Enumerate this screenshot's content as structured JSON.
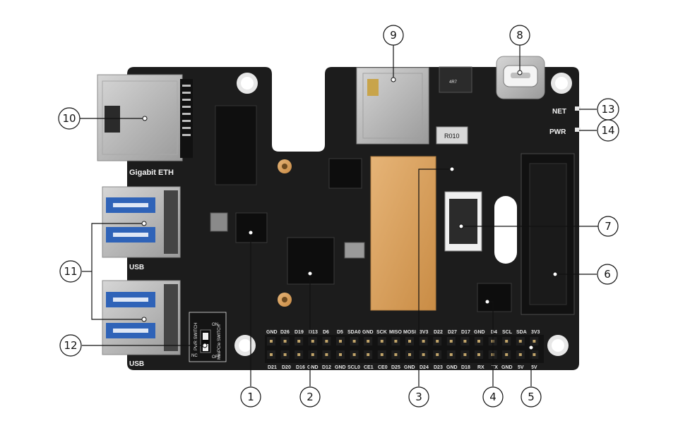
{
  "board": {
    "eth_label": "Gigabit ETH",
    "usb_label_top": "USB",
    "usb_label_bottom": "USB",
    "net_led_label": "NET",
    "pwr_led_label": "PWR",
    "inductor_text": "4R7",
    "resistor_text": "R010",
    "switch_labels": [
      "PWR SWITCH",
      "MiniPCIe SWITCH",
      "NC",
      "ON",
      "OFF"
    ]
  },
  "gpio": {
    "top_labels": [
      "GND",
      "D26",
      "D19",
      "D13",
      "D6",
      "D5",
      "SDA0",
      "GND",
      "SCK",
      "MISO",
      "MOSI",
      "3V3",
      "D22",
      "D27",
      "D17",
      "GND",
      "D4",
      "SCL",
      "SDA",
      "3V3"
    ],
    "bottom_labels": [
      "D21",
      "D20",
      "D16",
      "GND",
      "D12",
      "GND",
      "SCL0",
      "CE1",
      "CE0",
      "D25",
      "GND",
      "D24",
      "D23",
      "GND",
      "D18",
      "RX",
      "TX",
      "GND",
      "5V",
      "5V"
    ]
  },
  "callouts": [
    {
      "number": "1",
      "target": "small-ic"
    },
    {
      "number": "2",
      "target": "main-controller-chip"
    },
    {
      "number": "3",
      "target": "heatsink-pad"
    },
    {
      "number": "4",
      "target": "regulator-chip"
    },
    {
      "number": "5",
      "target": "gpio-header"
    },
    {
      "number": "6",
      "target": "m2-slot"
    },
    {
      "number": "7",
      "target": "ffc-connector"
    },
    {
      "number": "8",
      "target": "usb-c-port"
    },
    {
      "number": "9",
      "target": "sim-card-slot"
    },
    {
      "number": "10",
      "target": "ethernet-port"
    },
    {
      "number": "11",
      "target": "usb-ports"
    },
    {
      "number": "12",
      "target": "switches"
    },
    {
      "number": "13",
      "target": "net-led"
    },
    {
      "number": "14",
      "target": "pwr-led"
    }
  ],
  "colors": {
    "pcb": "#1c1c1c",
    "silk": "#eeeeee",
    "gold": "#d8a25a",
    "usb_blue": "#2f63b8",
    "metal": "#b9b9b9"
  }
}
